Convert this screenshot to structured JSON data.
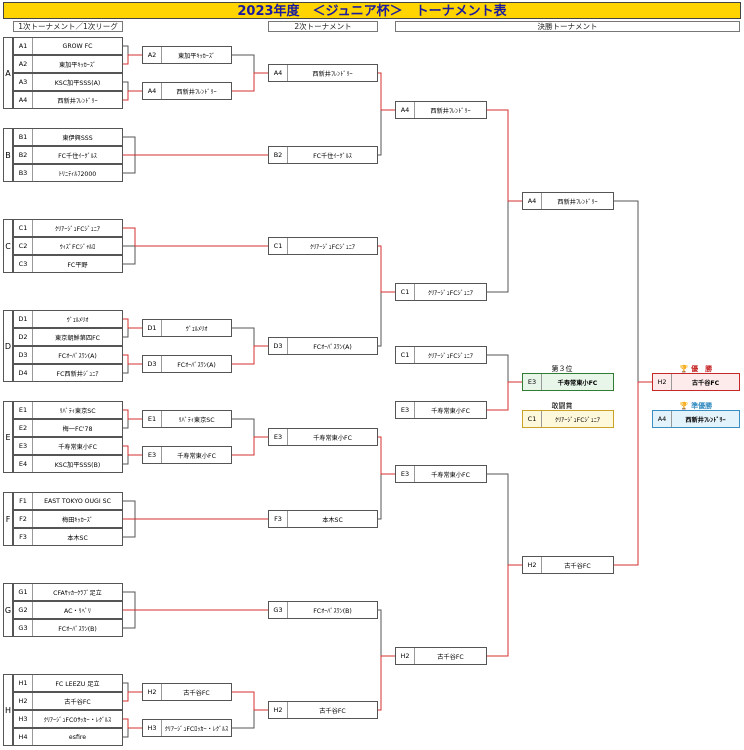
{
  "title": "2023年度　＜ジュニア杯＞　トーナメント表",
  "stages": {
    "first": "1次トーナメント／1次リーグ",
    "second": "2次トーナメント",
    "final": "決勝トーナメント"
  },
  "groups": [
    {
      "label": "A",
      "teams": [
        [
          "A1",
          "GROW FC"
        ],
        [
          "A2",
          "東加平ｷｯｶｰｽﾞ"
        ],
        [
          "A3",
          "KSC加平SSS(A)"
        ],
        [
          "A4",
          "西新井ﾌﾚﾝﾄﾞﾘｰ"
        ]
      ]
    },
    {
      "label": "B",
      "teams": [
        [
          "B1",
          "東伊興SSS"
        ],
        [
          "B2",
          "FC千住ｲｰｸﾞﾙｽ"
        ],
        [
          "B3",
          "ﾄﾘﾆﾃｨﾙﾌ2000"
        ]
      ]
    },
    {
      "label": "C",
      "teams": [
        [
          "C1",
          "ｸﾘｱｰｼﾞｭFCｼﾞｭﾆｱ"
        ],
        [
          "C2",
          "ｳｨｽﾞFCｼﾞｬﾙﾛ"
        ],
        [
          "C3",
          "FC平野"
        ]
      ]
    },
    {
      "label": "D",
      "teams": [
        [
          "D1",
          "ｳﾞｪﾙﾒﾘｵ"
        ],
        [
          "D2",
          "東京朝鮮第四FC"
        ],
        [
          "D3",
          "FCｵｰﾊﾞｽﾜﾝ(A)"
        ],
        [
          "D4",
          "FC西新井ｼﾞｭﾆｱ"
        ]
      ]
    },
    {
      "label": "E",
      "teams": [
        [
          "E1",
          "ﾘﾊﾞﾃｨ東京SC"
        ],
        [
          "E2",
          "梅一FC'78"
        ],
        [
          "E3",
          "千寿常東小FC"
        ],
        [
          "E4",
          "KSC加平SSS(B)"
        ]
      ]
    },
    {
      "label": "F",
      "teams": [
        [
          "F1",
          "EAST TOKYO OUGI SC"
        ],
        [
          "F2",
          "梅田ｷｯｶｰｽﾞ"
        ],
        [
          "F3",
          "本木SC"
        ]
      ]
    },
    {
      "label": "G",
      "teams": [
        [
          "G1",
          "CFAｻｯｶｰｸﾗﾌﾞ足立"
        ],
        [
          "G2",
          "AC・ﾘﾍﾞﾘ"
        ],
        [
          "G3",
          "FCｵｰﾊﾞｽﾜﾝ(B)"
        ]
      ]
    },
    {
      "label": "H",
      "teams": [
        [
          "H1",
          "FC LEEZU 足立"
        ],
        [
          "H2",
          "古千谷FC"
        ],
        [
          "H3",
          "ｸﾘｱｰｼﾞｭFC0ｻｯｶｰ・ﾚｸﾞﾙｽ"
        ],
        [
          "H4",
          "esfire"
        ]
      ]
    }
  ],
  "round1": [
    [
      "A2",
      "東加平ｷｯｶｰｽﾞ"
    ],
    [
      "A4",
      "西新井ﾌﾚﾝﾄﾞﾘｰ"
    ],
    [
      "D1",
      "ｳﾞｪﾙﾒﾘｵ"
    ],
    [
      "D3",
      "FCｵｰﾊﾞｽﾜﾝ(A)"
    ],
    [
      "E1",
      "ﾘﾊﾞﾃｨ東京SC"
    ],
    [
      "E3",
      "千寿常東小FC"
    ],
    [
      "H2",
      "古千谷FC"
    ],
    [
      "H3",
      "ｸﾘｱｰｼﾞｭFCﾛｯｶｰ・ﾚｸﾞﾙｽ"
    ]
  ],
  "round2": [
    [
      "A4",
      "西新井ﾌﾚﾝﾄﾞﾘｰ"
    ],
    [
      "B2",
      "FC千住ｲｰｸﾞﾙｽ"
    ],
    [
      "C1",
      "ｸﾘｱｰｼﾞｭFCｼﾞｭﾆｱ"
    ],
    [
      "D3",
      "FCｵｰﾊﾞｽﾜﾝ(A)"
    ],
    [
      "E3",
      "千寿常東小FC"
    ],
    [
      "F3",
      "本木SC"
    ],
    [
      "G3",
      "FCｵｰﾊﾞｽﾜﾝ(B)"
    ],
    [
      "H2",
      "古千谷FC"
    ]
  ],
  "quarter": [
    [
      "A4",
      "西新井ﾌﾚﾝﾄﾞﾘｰ"
    ],
    [
      "C1",
      "ｸﾘｱｰｼﾞｭFCｼﾞｭﾆｱ"
    ],
    [
      "E3",
      "千寿常東小FC"
    ],
    [
      "H2",
      "古千谷FC"
    ]
  ],
  "semi": [
    [
      "A4",
      "西新井ﾌﾚﾝﾄﾞﾘｰ"
    ],
    [
      "H2",
      "古千谷FC"
    ]
  ],
  "third_match": [
    [
      "C1",
      "ｸﾘｱｰｼﾞｭFCｼﾞｭﾆｱ"
    ],
    [
      "E3",
      "千寿常東小FC"
    ]
  ],
  "awards": {
    "third_label": "第３位",
    "third": [
      "E3",
      "千寿常東小FC"
    ],
    "fair_label": "敢闘賞",
    "fair": [
      "C1",
      "ｸﾘｱｰｼﾞｭFCｼﾞｭﾆｱ"
    ],
    "winner_label": "優　勝",
    "winner": [
      "H2",
      "古千谷FC"
    ],
    "runner_label": "準優勝",
    "runner": [
      "A4",
      "西新井ﾌﾚﾝﾄﾞﾘｰ"
    ]
  },
  "colors": {
    "title_bg": "#ffd400",
    "title_text": "#1a1aa0",
    "win_line": "#d32f2f",
    "line": "#555555"
  }
}
